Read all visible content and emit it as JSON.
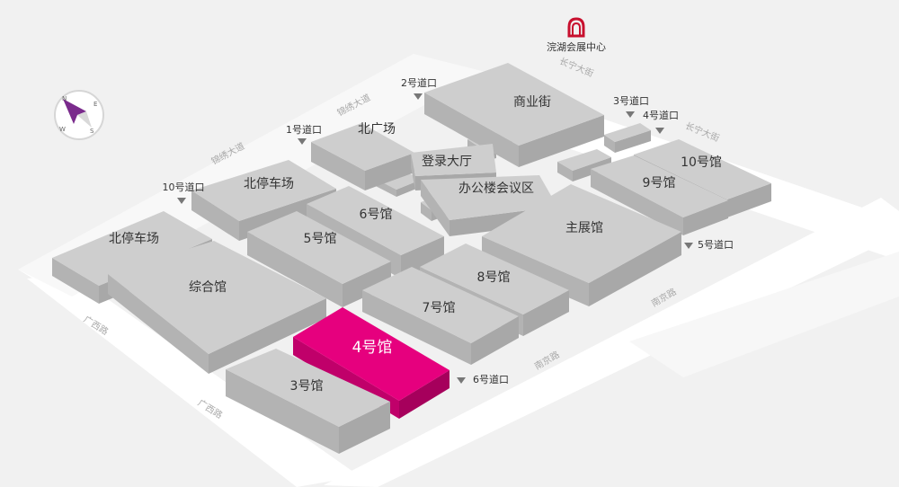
{
  "colors": {
    "background": "#f1f1f1",
    "road": "#ffffff",
    "hall_top": "#cecece",
    "hall_left": "#b3b3b3",
    "hall_front": "#a8a8a8",
    "highlight_top": "#e6007e",
    "highlight_left": "#c0006a",
    "highlight_front": "#a6005c",
    "logo": "#c8102e",
    "gate_marker": "#777777"
  },
  "logo": {
    "icon": "arch-logo-icon",
    "name": "浣湖会展中心"
  },
  "compass": {
    "icon": "compass-needle-icon",
    "north": "N",
    "east": "E",
    "south": "S",
    "west": "W"
  },
  "halls": [
    {
      "id": "commercial-street",
      "label": "商业街",
      "highlighted": false
    },
    {
      "id": "north-plaza",
      "label": "北广场",
      "highlighted": false
    },
    {
      "id": "registration-hall",
      "label": "登录大厅",
      "highlighted": false
    },
    {
      "id": "office-meeting",
      "label": "办公楼会议区",
      "highlighted": false
    },
    {
      "id": "north-parking-1",
      "label": "北停车场",
      "highlighted": false
    },
    {
      "id": "north-parking-2",
      "label": "北停车场",
      "highlighted": false
    },
    {
      "id": "hall-6",
      "label": "6号馆",
      "highlighted": false
    },
    {
      "id": "hall-5",
      "label": "5号馆",
      "highlighted": false
    },
    {
      "id": "hall-10",
      "label": "10号馆",
      "highlighted": false
    },
    {
      "id": "hall-9",
      "label": "9号馆",
      "highlighted": false
    },
    {
      "id": "main-hall",
      "label": "主展馆",
      "highlighted": false
    },
    {
      "id": "hall-8",
      "label": "8号馆",
      "highlighted": false
    },
    {
      "id": "hall-7",
      "label": "7号馆",
      "highlighted": false
    },
    {
      "id": "complex-hall",
      "label": "综合馆",
      "highlighted": false
    },
    {
      "id": "hall-4",
      "label": "4号馆",
      "highlighted": true
    },
    {
      "id": "hall-3",
      "label": "3号馆",
      "highlighted": false
    }
  ],
  "gates": [
    {
      "id": "gate-2",
      "label": "2号道口"
    },
    {
      "id": "gate-1",
      "label": "1号道口"
    },
    {
      "id": "gate-3",
      "label": "3号道口"
    },
    {
      "id": "gate-4",
      "label": "4号道口"
    },
    {
      "id": "gate-10",
      "label": "10号道口"
    },
    {
      "id": "gate-5",
      "label": "5号道口"
    },
    {
      "id": "gate-6",
      "label": "6号道口"
    }
  ],
  "roads": [
    {
      "id": "road-1",
      "label": "锦绣大道"
    },
    {
      "id": "road-2",
      "label": "锦绣大道"
    },
    {
      "id": "road-3",
      "label": "长宁大街"
    },
    {
      "id": "road-4",
      "label": "长宁大街"
    },
    {
      "id": "road-5",
      "label": "广西路"
    },
    {
      "id": "road-6",
      "label": "广西路"
    },
    {
      "id": "road-7",
      "label": "南京路"
    },
    {
      "id": "road-8",
      "label": "南京路"
    }
  ]
}
